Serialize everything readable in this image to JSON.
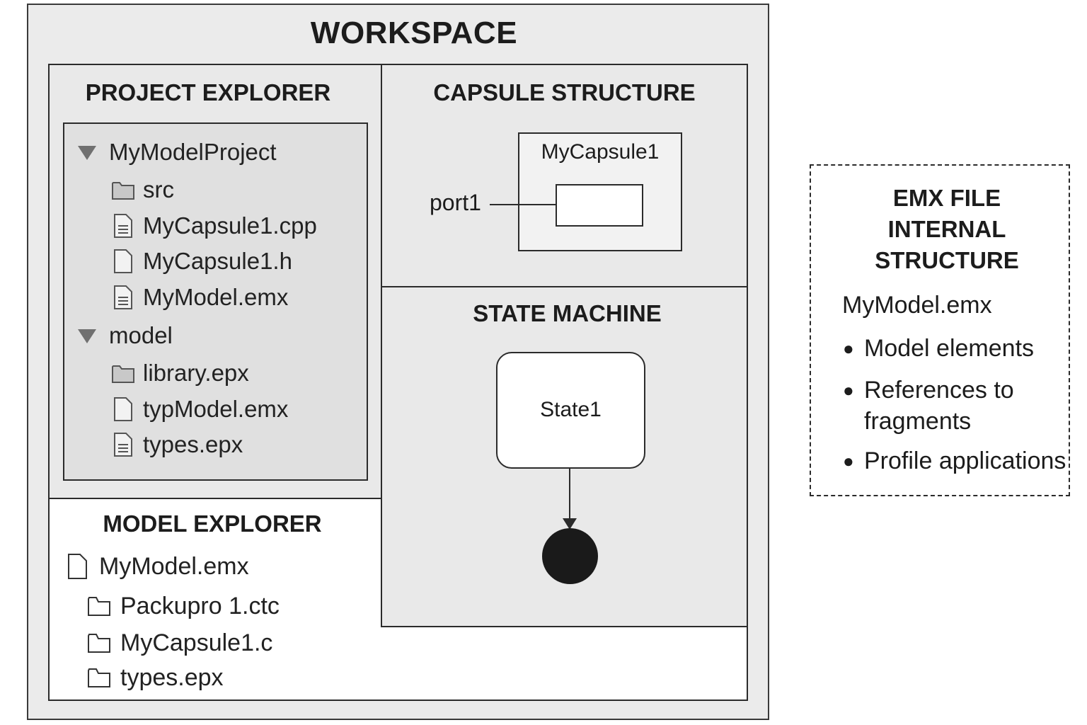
{
  "workspace": {
    "title": "WORKSPACE"
  },
  "project_explorer": {
    "title": "PROJECT EXPLORER",
    "items": [
      {
        "label": "MyModelProject",
        "icon": "expand-triangle-icon"
      },
      {
        "label": "src",
        "icon": "folder-icon"
      },
      {
        "label": "MyCapsule1.cpp",
        "icon": "text-file-icon"
      },
      {
        "label": "MyCapsule1.h",
        "icon": "file-icon"
      },
      {
        "label": "MyModel.emx",
        "icon": "text-file-icon"
      },
      {
        "label": "model",
        "icon": "expand-triangle-icon"
      },
      {
        "label": "library.epx",
        "icon": "folder-icon"
      },
      {
        "label": "typModel.emx",
        "icon": "file-icon"
      },
      {
        "label": "types.epx",
        "icon": "text-file-icon"
      }
    ]
  },
  "capsule_structure": {
    "title": "CAPSULE STRUCTURE",
    "capsule_name": "MyCapsule1",
    "port_label": "port1"
  },
  "state_machine": {
    "title": "STATE MACHINE",
    "state_label": "State1"
  },
  "model_explorer": {
    "title": "MODEL EXPLORER",
    "items": [
      {
        "label": "MyModel.emx",
        "icon": "file-icon"
      },
      {
        "label": "Packupro 1.ctc",
        "icon": "folder-icon"
      },
      {
        "label": "MyCapsule1.c",
        "icon": "folder-icon"
      },
      {
        "label": "types.epx",
        "icon": "folder-icon"
      }
    ]
  },
  "emx_note": {
    "title_lines": [
      "EMX FILE",
      "INTERNAL",
      "STRUCTURE"
    ],
    "file_name": "MyModel.emx",
    "bullets": [
      {
        "lines": [
          "Model elements"
        ]
      },
      {
        "lines": [
          "References to",
          "fragments"
        ]
      },
      {
        "lines": [
          "Profile applications"
        ]
      }
    ]
  }
}
